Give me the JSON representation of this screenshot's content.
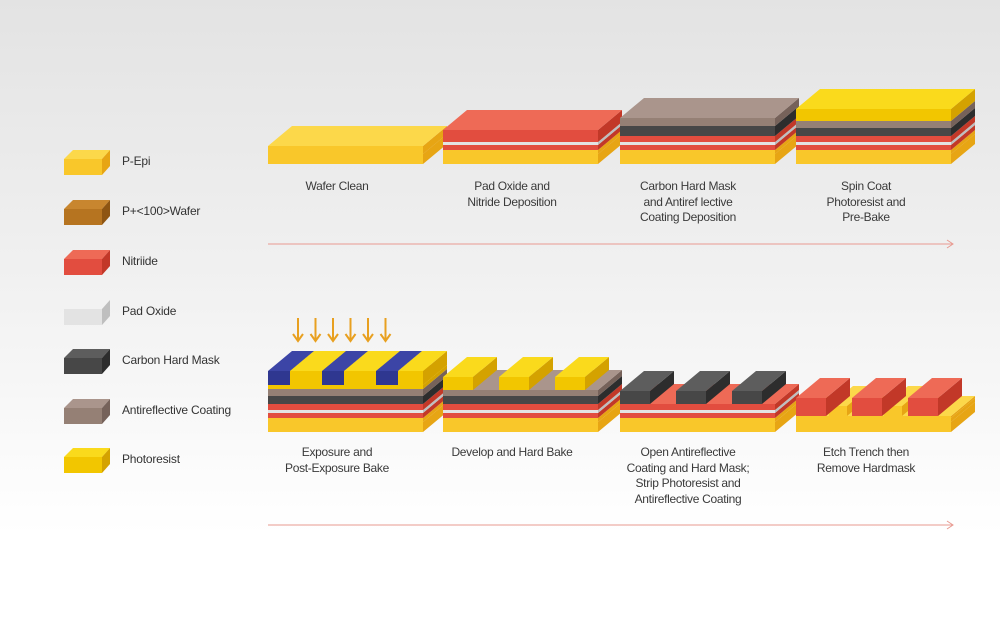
{
  "legend": [
    {
      "label": "P-Epi",
      "material": "p_epi"
    },
    {
      "label": "P+<100>Wafer",
      "material": "wafer"
    },
    {
      "label": "Nitriide",
      "material": "nitride"
    },
    {
      "label": "Pad Oxide",
      "material": "pad_oxide"
    },
    {
      "label": "Carbon Hard Mask",
      "material": "carbon"
    },
    {
      "label": "Antireflective Coating",
      "material": "arc"
    },
    {
      "label": "Photoresist",
      "material": "photoresist"
    }
  ],
  "materials": {
    "p_epi": {
      "top": "#fcd84a",
      "front": "#f9c72a",
      "side": "#e7a514"
    },
    "wafer": {
      "top": "#c8862f",
      "front": "#b67420",
      "side": "#8e5512"
    },
    "nitride": {
      "top": "#ee6a56",
      "front": "#e24d3f",
      "side": "#c23828"
    },
    "pad_oxide": {
      "top": "#f2f2f2",
      "front": "#e3e3e3",
      "side": "#bfbfbf"
    },
    "carbon": {
      "top": "#5d5d5d",
      "front": "#474747",
      "side": "#2d2d2d"
    },
    "arc": {
      "top": "#aa958c",
      "front": "#958075",
      "side": "#76625a"
    },
    "photoresist": {
      "top": "#fada1c",
      "front": "#f2c600",
      "side": "#d4a200"
    },
    "exposed": {
      "top": "#3c45a6",
      "front": "#2f3790",
      "side": "#232a78"
    }
  },
  "arrow_color": "#e8a020",
  "flow_arrow_color": "#e89a90",
  "steps": [
    {
      "lines": [
        "Wafer Clean"
      ]
    },
    {
      "lines": [
        "Pad Oxide and",
        "Nitride Deposition"
      ]
    },
    {
      "lines": [
        "Carbon Hard Mask",
        "and Antiref lective",
        "Coating Deposition"
      ]
    },
    {
      "lines": [
        "Spin Coat",
        "Photoresist and",
        "Pre-Bake"
      ]
    },
    {
      "lines": [
        "Exposure and",
        "Post-Exposure Bake"
      ]
    },
    {
      "lines": [
        "Develop and Hard Bake"
      ]
    },
    {
      "lines": [
        "Open Antireflective",
        "Coating and Hard Mask;",
        "Strip Photoresist and",
        "Antireflective Coating"
      ]
    },
    {
      "lines": [
        "Etch Trench then",
        "Remove Hardmask"
      ]
    }
  ]
}
